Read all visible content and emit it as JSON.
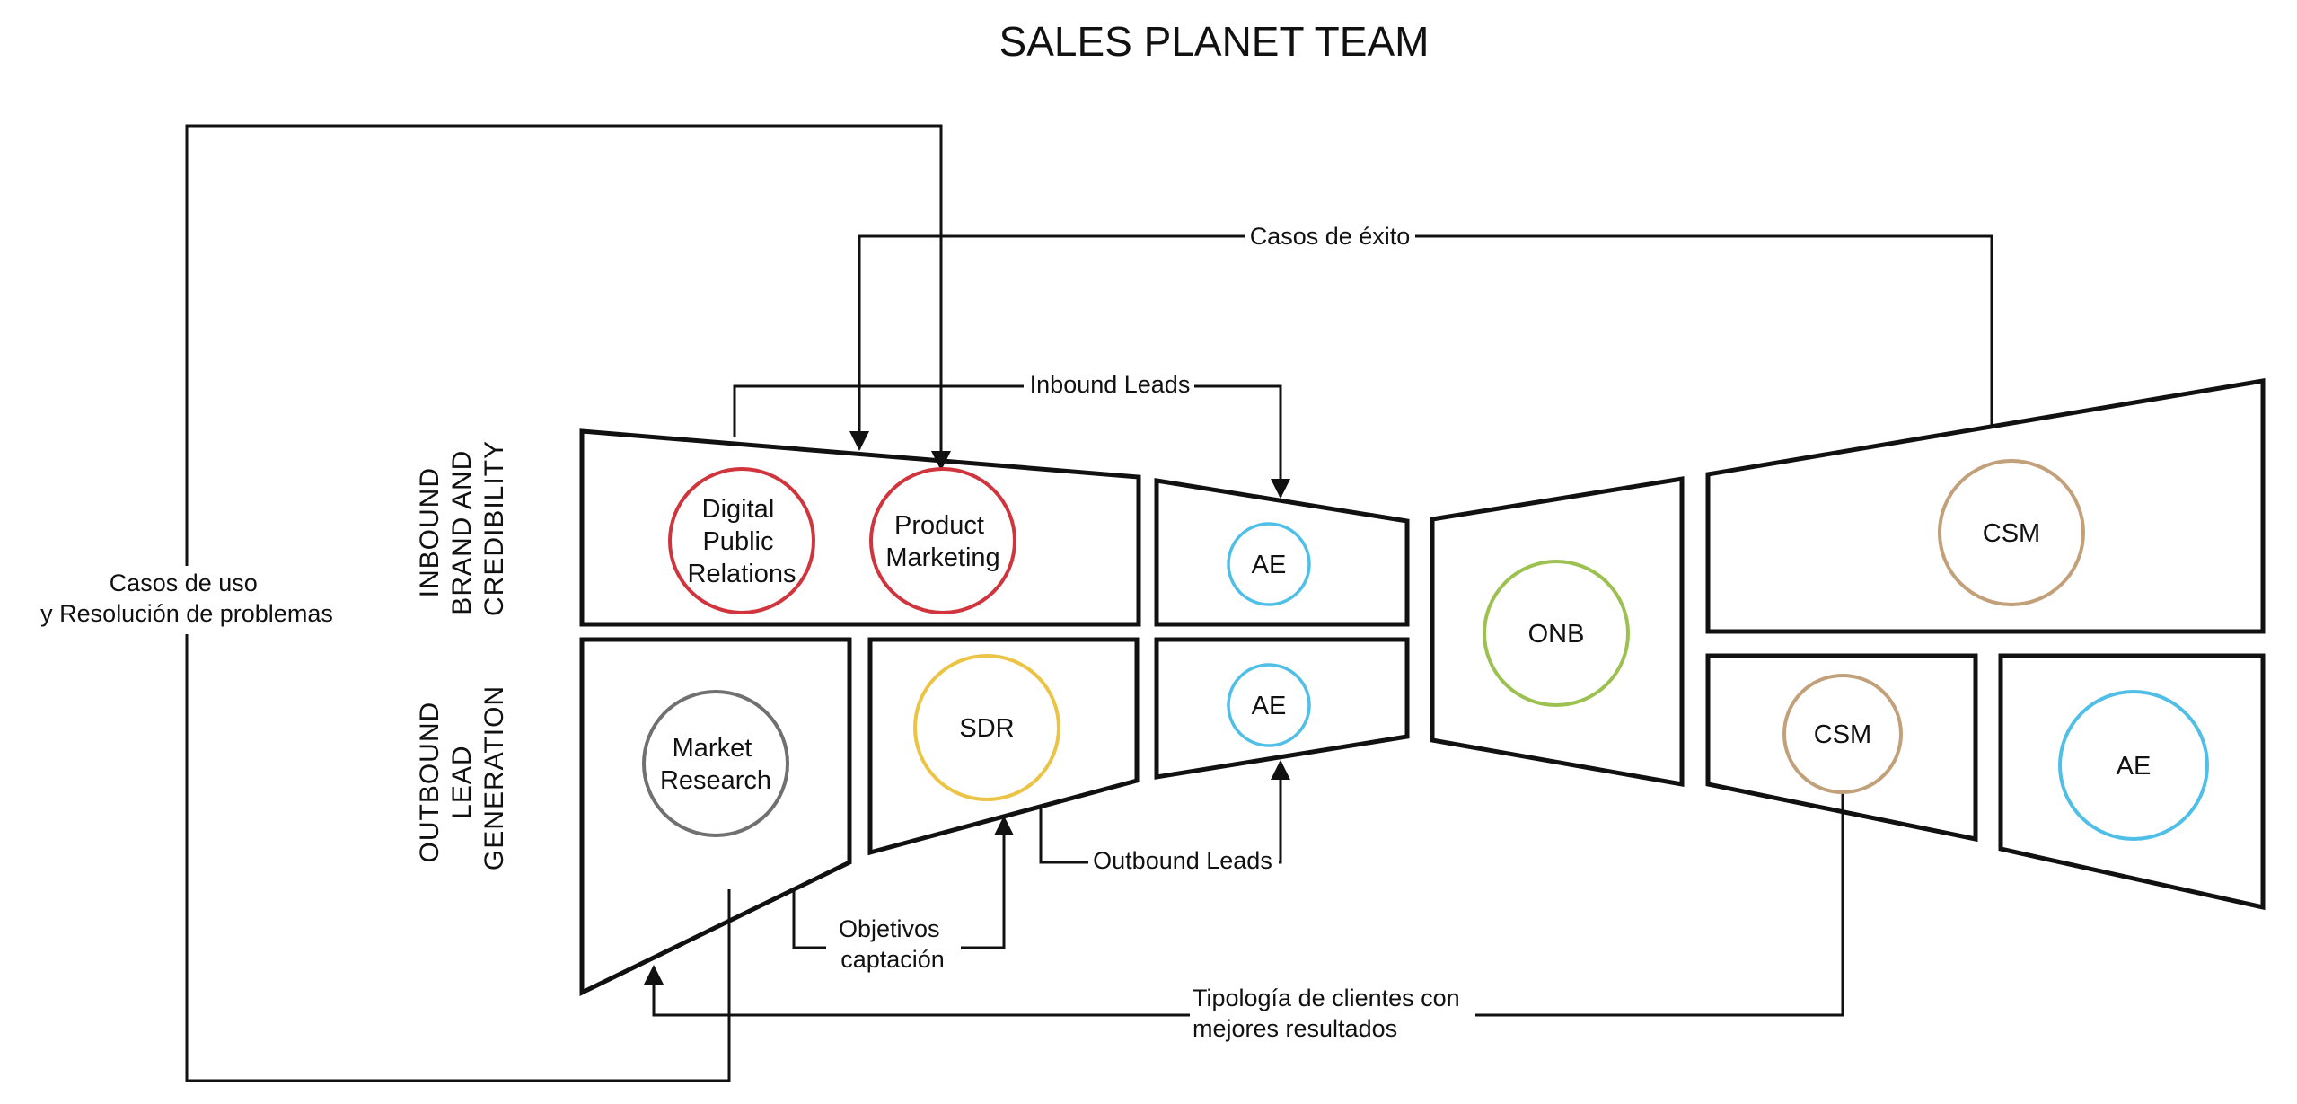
{
  "title": "SALES PLANET TEAM",
  "side_labels": {
    "inbound": [
      "INBOUND",
      "BRAND AND",
      "CREDIBILITY"
    ],
    "outbound": [
      "OUTBOUND",
      "LEAD",
      "GENERATION"
    ]
  },
  "nodes": {
    "digital_pr": {
      "lines": [
        "Digital",
        "Public",
        "Relations"
      ],
      "color": "#d0343d"
    },
    "product_marketing": {
      "lines": [
        "Product",
        "Marketing"
      ],
      "color": "#d0343d"
    },
    "ae_inbound": {
      "lines": [
        "AE"
      ],
      "color": "#4fbfe8"
    },
    "market_research": {
      "lines": [
        "Market",
        "Research"
      ],
      "color": "#707070"
    },
    "sdr": {
      "lines": [
        "SDR"
      ],
      "color": "#ecc445"
    },
    "ae_outbound": {
      "lines": [
        "AE"
      ],
      "color": "#4fbfe8"
    },
    "onb": {
      "lines": [
        "ONB"
      ],
      "color": "#9dc150"
    },
    "csm_top": {
      "lines": [
        "CSM"
      ],
      "color": "#c1a07a"
    },
    "csm_bottom": {
      "lines": [
        "CSM"
      ],
      "color": "#c1a07a"
    },
    "ae_right": {
      "lines": [
        "AE"
      ],
      "color": "#4fbfe8"
    }
  },
  "flows": {
    "casos_uso": [
      "Casos de uso",
      "y Resolución de problemas"
    ],
    "casos_exito": [
      "Casos de éxito"
    ],
    "inbound_leads": [
      "Inbound Leads"
    ],
    "outbound_leads": [
      "Outbound Leads"
    ],
    "objetivos": [
      "Objetivos",
      "captación"
    ],
    "tipologia": [
      "Tipología de clientes con",
      "mejores resultados"
    ]
  }
}
